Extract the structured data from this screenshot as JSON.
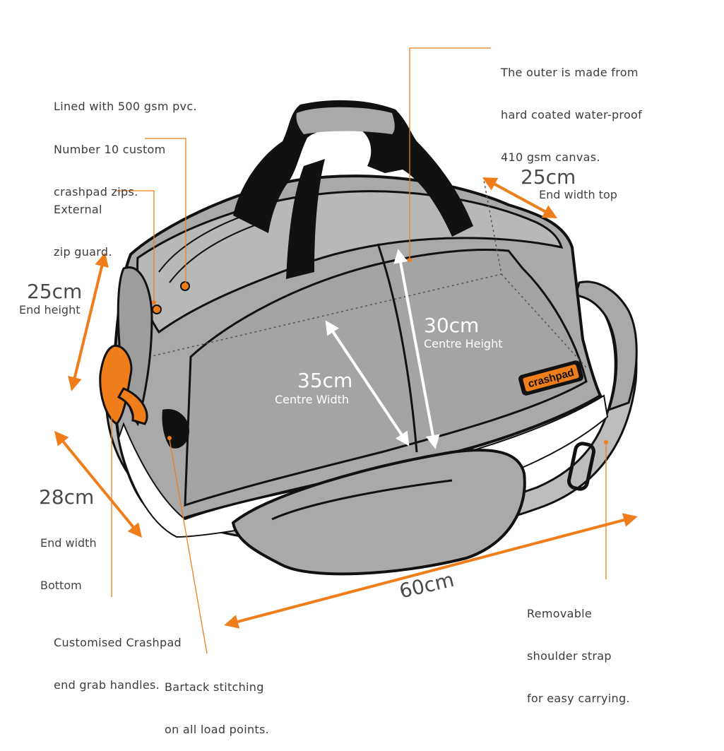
{
  "colors": {
    "accent_orange": "#ef7d1a",
    "bag_grey": "#a9a9a9",
    "bag_outline": "#111111",
    "text": "#3c3c3c"
  },
  "annotations": {
    "lining": [
      "Lined with 500 gsm pvc."
    ],
    "zips": [
      "Number 10 custom",
      "crashpad zips."
    ],
    "zip_guard": [
      "External",
      "zip guard."
    ],
    "outer": [
      "The outer is made from",
      "hard coated water-proof",
      "410 gsm canvas."
    ],
    "grab_handles": [
      "Customised Crashpad",
      "end grab handles."
    ],
    "bartack": [
      "Bartack stitching",
      "on all load points."
    ],
    "strap": [
      "Removable",
      "shoulder strap",
      "for easy carrying."
    ]
  },
  "dimensions": {
    "end_width_top": {
      "value": "25cm",
      "label": "End width top"
    },
    "end_height": {
      "value": "25cm",
      "label": "End height"
    },
    "centre_height": {
      "value": "30cm",
      "label": "Centre Height"
    },
    "centre_width": {
      "value": "35cm",
      "label": "Centre Width"
    },
    "end_width_bottom": {
      "value": "28cm",
      "label": [
        "End width",
        "Bottom"
      ]
    },
    "length": {
      "value": "60cm"
    }
  },
  "logo": {
    "text": "crashpad",
    "icon": "crashpad-logo-badge"
  }
}
